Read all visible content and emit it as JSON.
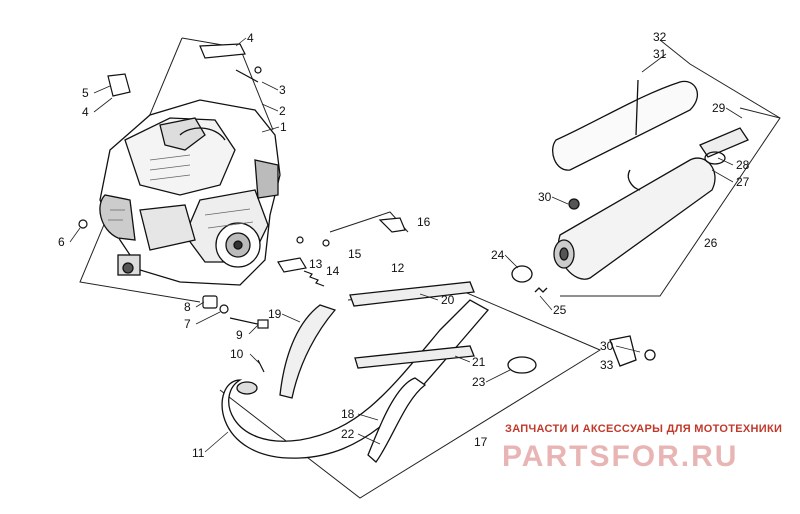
{
  "watermark": {
    "caption": "ЗАПЧАСТИ И АКСЕССУАРЫ ДЛЯ МОТОТЕХНИКИ",
    "brand": "PARTSFOR.RU",
    "color": "#c0392b"
  },
  "callouts": {
    "c1": "1",
    "c2": "2",
    "c3": "3",
    "c4a": "4",
    "c4b": "4",
    "c5": "5",
    "c6": "6",
    "c7": "7",
    "c8": "8",
    "c9": "9",
    "c10": "10",
    "c11": "11",
    "c12": "12",
    "c13": "13",
    "c14": "14",
    "c15": "15",
    "c16": "16",
    "c17": "17",
    "c18": "18",
    "c19": "19",
    "c20": "20",
    "c21": "21",
    "c22": "22",
    "c23": "23",
    "c24": "24",
    "c25": "25",
    "c26": "26",
    "c27": "27",
    "c28": "28",
    "c29": "29",
    "c30a": "30",
    "c30b": "30",
    "c31": "31",
    "c32": "32",
    "c33": "33"
  }
}
